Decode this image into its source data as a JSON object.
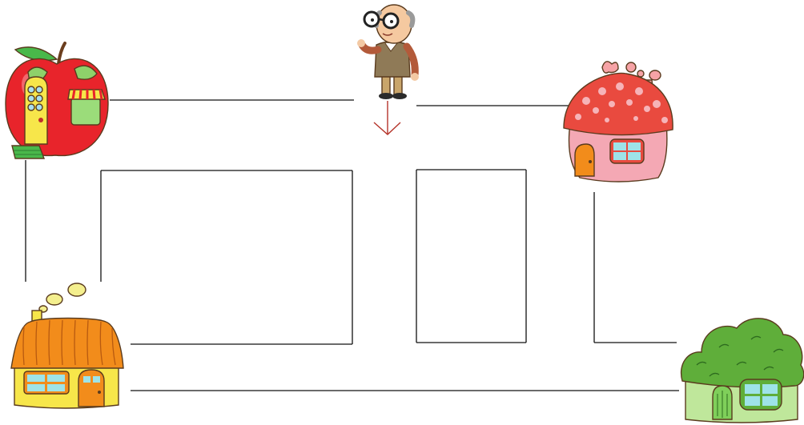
{
  "scene": {
    "characters": [
      {
        "id": "grandpa",
        "icon": "grandpa-character-icon"
      }
    ],
    "houses": [
      {
        "id": "apple-house",
        "icon": "apple-house-icon",
        "color": "#e8242b"
      },
      {
        "id": "mushroom-house",
        "icon": "mushroom-house-icon",
        "color": "#e94a3f"
      },
      {
        "id": "orange-roof-house",
        "icon": "orange-roof-house-icon",
        "color": "#f28c1b"
      },
      {
        "id": "bush-house",
        "icon": "bush-house-icon",
        "color": "#5fae3a"
      }
    ],
    "start_marker": {
      "icon": "down-arrow-icon",
      "color": "#b5342a"
    },
    "path_color": "#111111"
  }
}
